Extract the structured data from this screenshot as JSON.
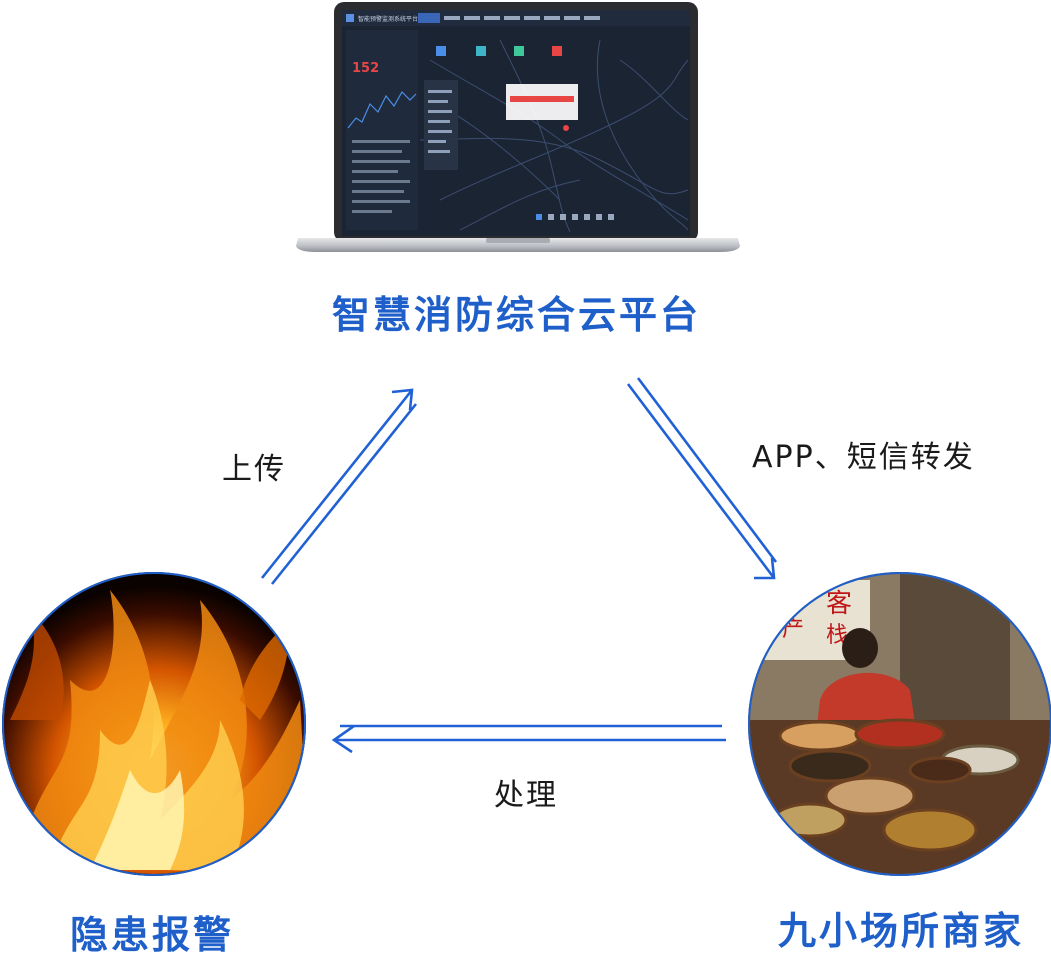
{
  "nodes": {
    "platform": {
      "label": "智慧消防综合云平台"
    },
    "hazard": {
      "label": "隐患报警"
    },
    "merchant": {
      "label": "九小场所商家"
    }
  },
  "edges": {
    "upload": {
      "label": "上传"
    },
    "forward": {
      "label": "APP、短信转发"
    },
    "handle": {
      "label": "处理"
    }
  },
  "laptop_screen": {
    "app_title": "智能预警监测系统平台",
    "big_stat": "152"
  },
  "photo_signage": [
    "客",
    "栈",
    "产"
  ],
  "colors": {
    "accent": "#1f5fc9",
    "arrow": "#2161d6",
    "screen_bg": "#1b2433"
  }
}
